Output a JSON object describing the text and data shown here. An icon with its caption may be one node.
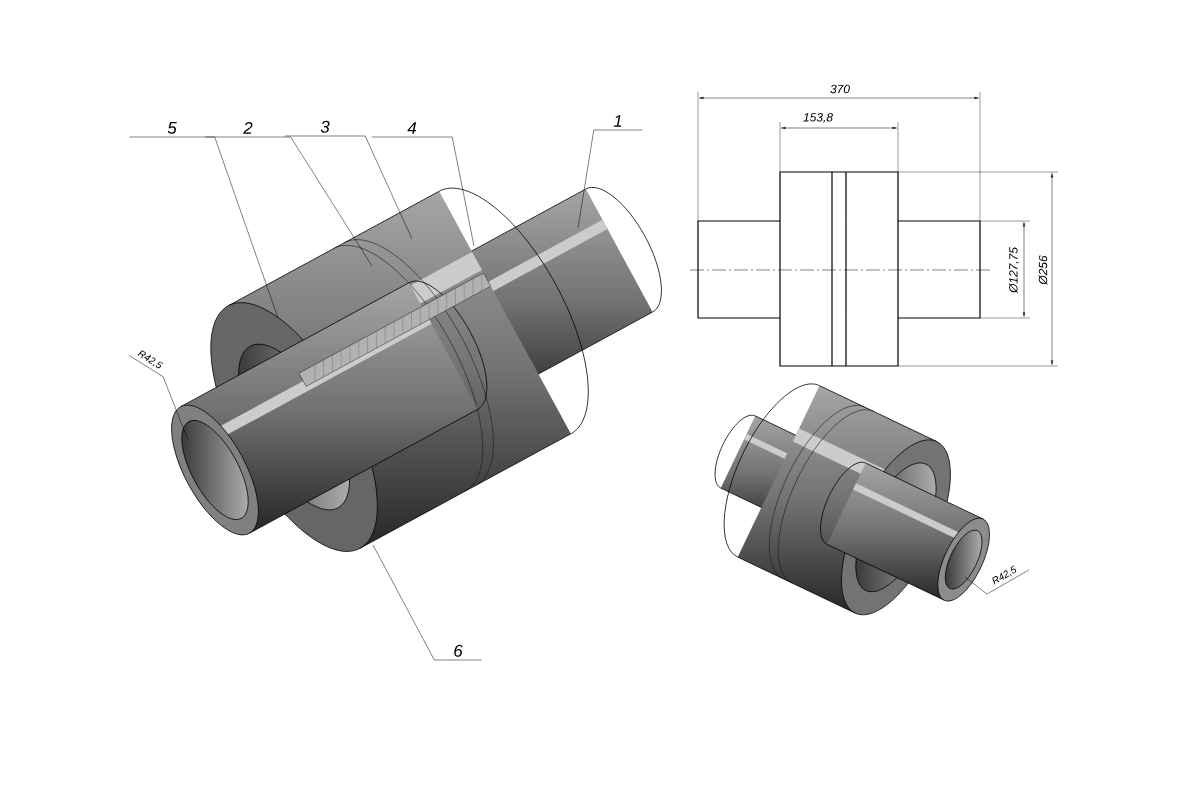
{
  "diagram": {
    "nodes": [
      {
        "text": [
          "5"
        ]
      },
      {
        "text": [
          "2"
        ]
      },
      {
        "text": [
          "3"
        ]
      },
      {
        "text": [
          "4"
        ]
      },
      {
        "text": [
          "1"
        ]
      },
      {
        "text": [
          "6"
        ]
      },
      {
        "text": [
          "R42,5"
        ]
      },
      {
        "text": [
          "R42,5"
        ]
      }
    ],
    "edges": [
      {
        "from": 0,
        "to": null,
        "arrow": "none"
      },
      {
        "from": 1,
        "to": null,
        "arrow": "none"
      },
      {
        "from": 2,
        "to": null,
        "arrow": "none"
      },
      {
        "from": 3,
        "to": null,
        "arrow": "none"
      },
      {
        "from": 4,
        "to": null,
        "arrow": "none"
      },
      {
        "from": 5,
        "to": null,
        "arrow": "none"
      },
      {
        "from": 6,
        "to": null,
        "arrow": "none"
      },
      {
        "from": 7,
        "to": null,
        "arrow": "none"
      }
    ],
    "labels": [
      "370",
      "153,8",
      "Ø127,75",
      "Ø256"
    ]
  }
}
